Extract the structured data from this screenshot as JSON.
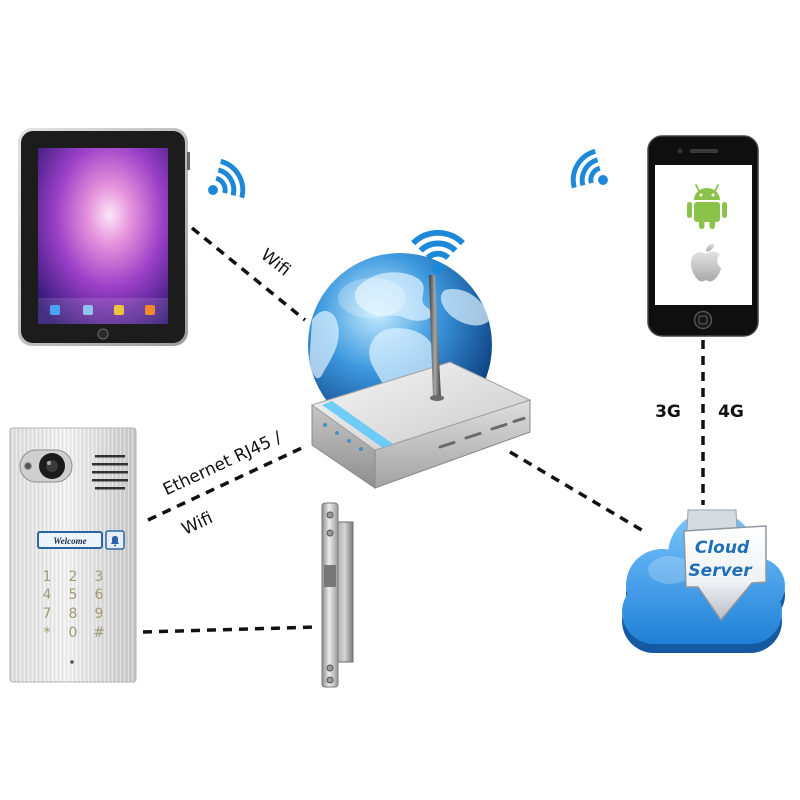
{
  "diagram": {
    "links": {
      "tablet_router": "Wifi",
      "panel_router_line1": "Ethernet RJ45 /",
      "panel_router_line2": "Wifi",
      "phone_cloud_left": "3G",
      "phone_cloud_right": "4G"
    },
    "cloud_server": {
      "line1": "Cloud",
      "line2": "Server"
    },
    "door_panel": {
      "display_label": "Welcome",
      "keypad": [
        "1",
        "2",
        "3",
        "4",
        "5",
        "6",
        "7",
        "8",
        "9",
        "*",
        "0",
        "#"
      ]
    }
  },
  "icons": {
    "tablet": "tablet-icon",
    "smartphone": "smartphone-icon",
    "router": "wireless-router-icon",
    "globe": "globe-icon",
    "cloud": "cloud-server-icon",
    "door_panel": "door-intercom-icon",
    "lock": "electric-strike-lock-icon",
    "wifi": "wifi-signal-icon",
    "android": "android-logo-icon",
    "apple": "apple-logo-icon",
    "bell": "bell-icon",
    "camera": "camera-icon"
  },
  "colors": {
    "background": "#ffffff",
    "connector": "#111111",
    "wifi_signal": "#1e88d8",
    "globe": "#1f73c4",
    "cloud": "#2a8fe0",
    "cloud_text": "#1f6fb8",
    "android": "#8bc34a",
    "apple": "#c9c9c9",
    "tablet_screen": "#9b40c8"
  }
}
